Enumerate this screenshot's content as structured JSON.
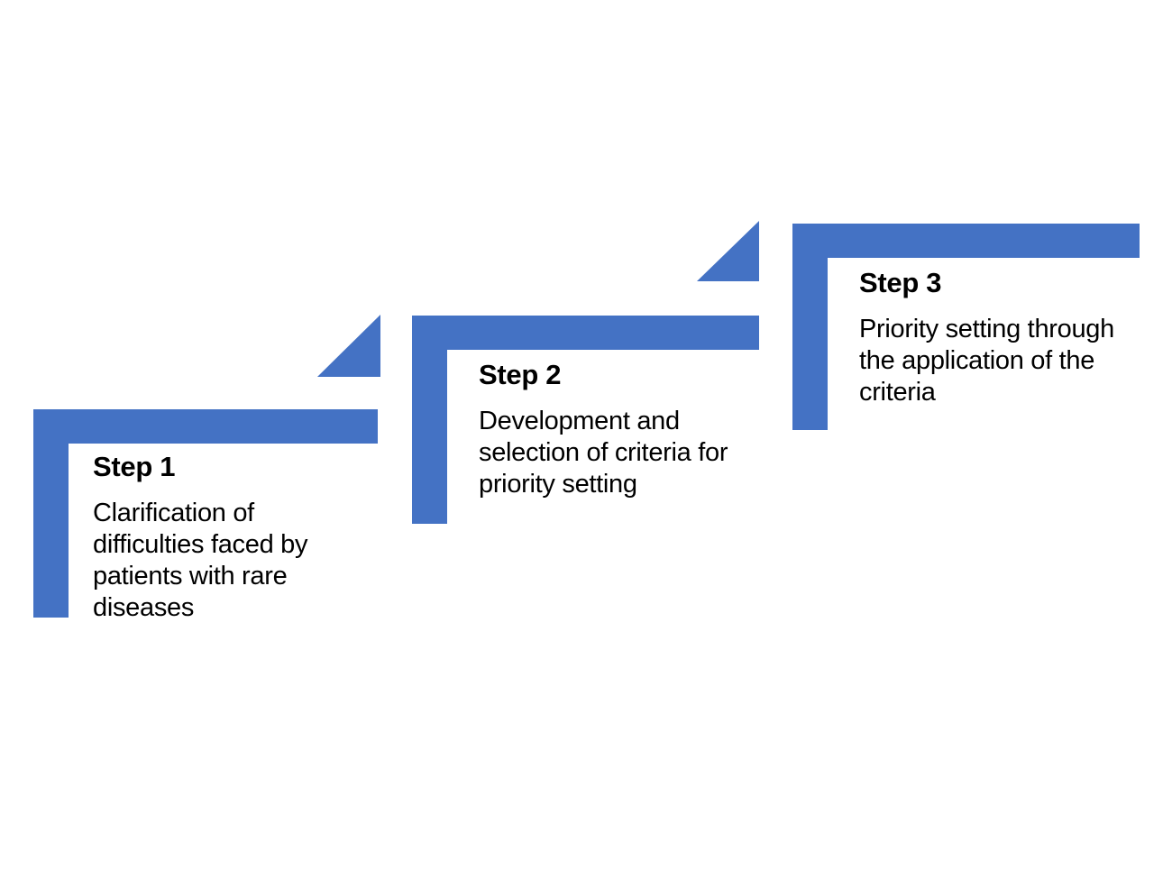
{
  "canvas": {
    "background": "#ffffff",
    "accent_color": "#4472C4",
    "text_color": "#000000"
  },
  "diagram": {
    "type": "step-up-process",
    "steps": [
      {
        "title": "Step 1",
        "description": "Clarification of difficulties faced by patients with rare diseases"
      },
      {
        "title": "Step 2",
        "description": "Development and selection of criteria for priority setting"
      },
      {
        "title": "Step 3",
        "description": "Priority setting through the application of the criteria"
      }
    ]
  }
}
